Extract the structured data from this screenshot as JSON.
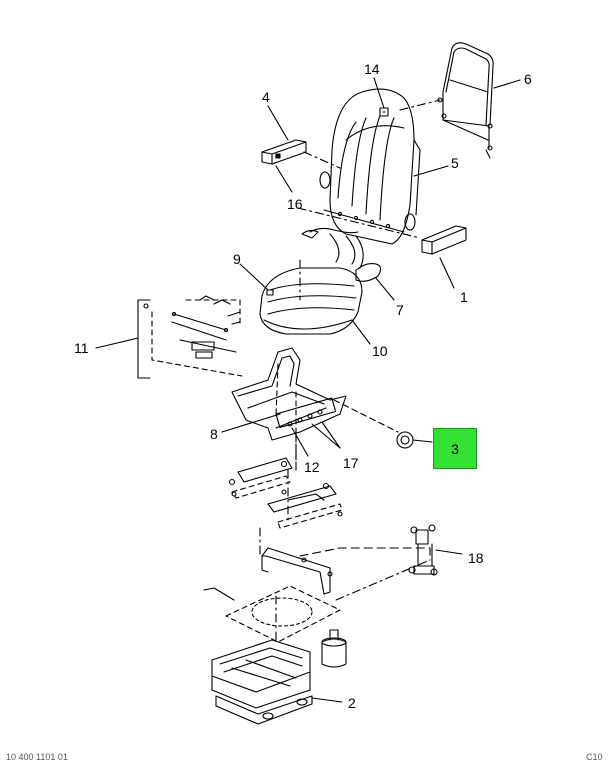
{
  "callouts": {
    "c1": "1",
    "c2": "2",
    "c4": "4",
    "c5": "5",
    "c6": "6",
    "c7": "7",
    "c8": "8",
    "c9": "9",
    "c10": "10",
    "c11": "11",
    "c12": "12",
    "c14": "14",
    "c16": "16",
    "c17": "17",
    "c18": "18"
  },
  "hotspot": {
    "label": "3",
    "color": "#33e033"
  },
  "footer": {
    "left": "10 400 1101 01",
    "right": "C10"
  },
  "line_color": "#000000"
}
